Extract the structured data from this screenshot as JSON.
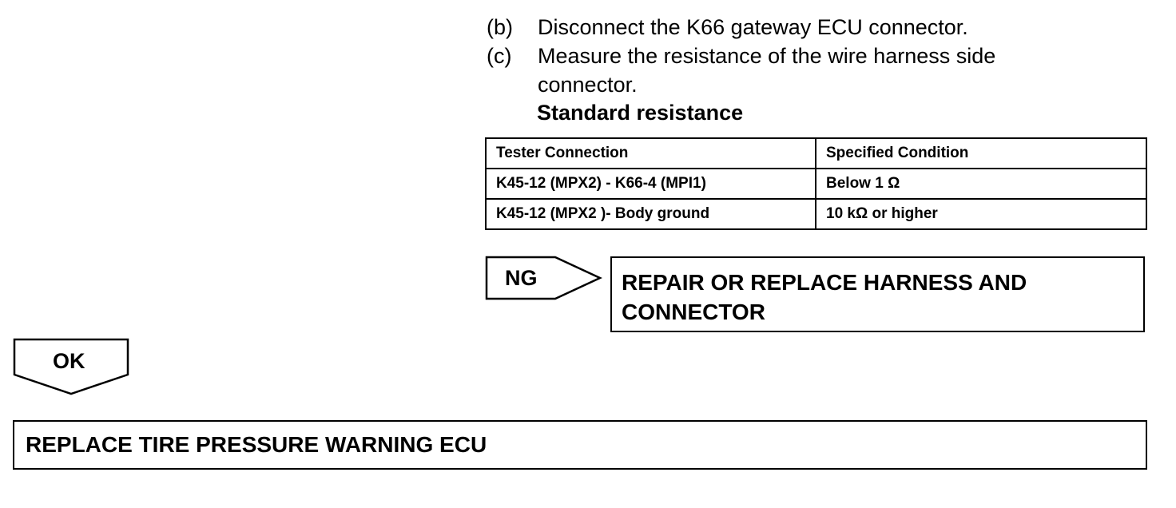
{
  "steps": [
    {
      "label": "(b)",
      "lines": [
        "Disconnect the K66 gateway ECU connector."
      ]
    },
    {
      "label": "(c)",
      "lines": [
        "Measure the resistance of the wire harness side",
        "connector."
      ]
    }
  ],
  "standard_title": "Standard resistance",
  "table": {
    "headers": [
      "Tester Connection",
      "Specified Condition"
    ],
    "rows": [
      [
        "K45-12 (MPX2) - K66-4 (MPI1)",
        "Below 1 Ω"
      ],
      [
        "K45-12 (MPX2 )- Body ground",
        "10 kΩ or higher"
      ]
    ]
  },
  "ng": {
    "label": "NG",
    "action_lines": [
      "REPAIR OR REPLACE HARNESS AND",
      "CONNECTOR"
    ]
  },
  "ok": {
    "label": "OK",
    "action": "REPLACE TIRE PRESSURE WARNING ECU"
  }
}
